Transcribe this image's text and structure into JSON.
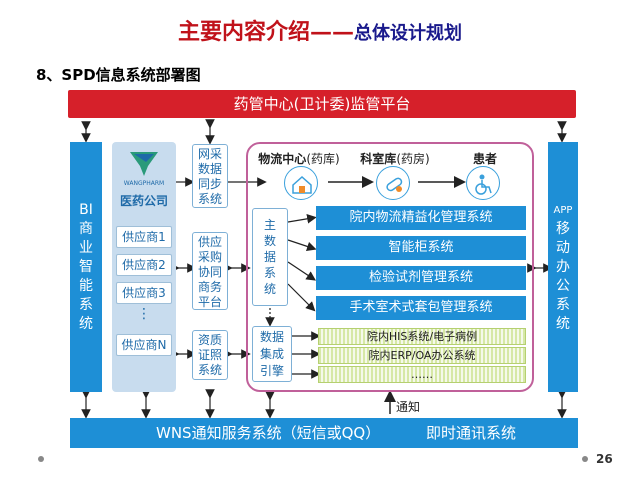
{
  "header": {
    "title_main": "主要内容介绍",
    "title_dash": "——",
    "title_sub": "总体设计规划"
  },
  "section_heading": "8、SPD信息系统部署图",
  "top_platform": "药管中心(卫计委)监管平台",
  "bi_system": {
    "line1": "BI",
    "line2": "商",
    "line3": "业",
    "line4": "智",
    "line5": "能",
    "line6": "系",
    "line7": "统"
  },
  "pharma_company": {
    "label": "医药公司",
    "logo_text": "WANGPHARM"
  },
  "suppliers": [
    "供应商1",
    "供应商2",
    "供应商3",
    "供应商N"
  ],
  "supplier_ellipsis": "⋮",
  "net_sync": [
    "网采",
    "数据",
    "同步",
    "系统"
  ],
  "supply_platform": [
    "供应",
    "采购",
    "协同",
    "商务",
    "平台"
  ],
  "qualification": [
    "资质",
    "证照",
    "系统"
  ],
  "flow_labels": {
    "logistics": "物流中心",
    "logistics_sub": "(药库)",
    "dept": "科室库",
    "dept_sub": "(药房)",
    "patient": "患者"
  },
  "master_data": [
    "主",
    "数",
    "据",
    "系",
    "统"
  ],
  "data_integration": [
    "数据",
    "集成",
    "引擎"
  ],
  "inner_systems": [
    "院内物流精益化管理系统",
    "智能柜系统",
    "检验试剂管理系统",
    "手术室术式套包管理系统"
  ],
  "integrated_systems": [
    "院内HIS系统/电子病例",
    "院内ERP/OA办公系统",
    "……"
  ],
  "app_system": {
    "line1": "APP",
    "line2": "移",
    "line3": "动",
    "line4": "办",
    "line5": "公",
    "line6": "系",
    "line7": "统"
  },
  "notify_label": "通知",
  "bottom_bar": {
    "left": "WNS通知服务系统（短信或QQ）",
    "right": "即时通讯系统"
  },
  "page_number": "26",
  "colors": {
    "red": "#d6202a",
    "blue": "#1e8fd6",
    "light_blue": "#c8dcee",
    "pink": "#c0609a",
    "green_hatch": "#d6e8a6"
  }
}
